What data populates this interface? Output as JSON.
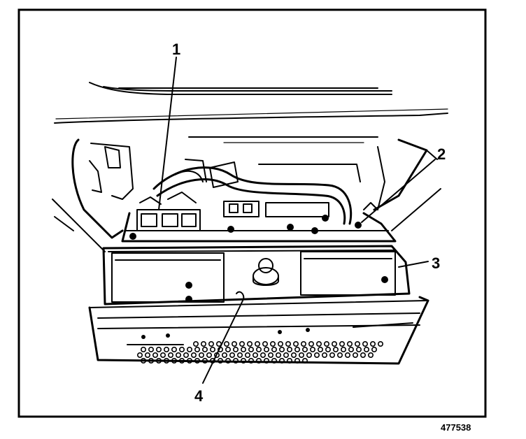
{
  "callouts": [
    {
      "label": "1"
    },
    {
      "label": "2"
    },
    {
      "label": "3"
    },
    {
      "label": "4"
    }
  ],
  "figure_id": "477538"
}
